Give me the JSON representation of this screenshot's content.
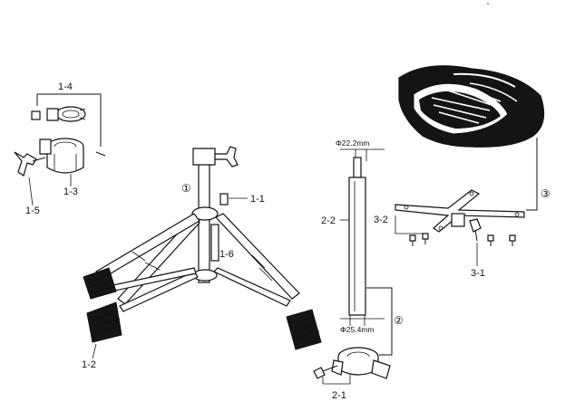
{
  "labels": {
    "p1_4": "1-4",
    "p1_3": "1-3",
    "p1_5": "1-5",
    "p1_1": "1-1",
    "p1_6": "1-6",
    "p1_2": "1-2",
    "p2_2": "2-2",
    "p2_1": "2-1",
    "p3_2": "3-2",
    "p3_1": "3-1",
    "c1": "①",
    "c2": "②",
    "c3": "③",
    "dim_top": "Φ22.2mm",
    "dim_bottom": "Φ25.4mm"
  }
}
